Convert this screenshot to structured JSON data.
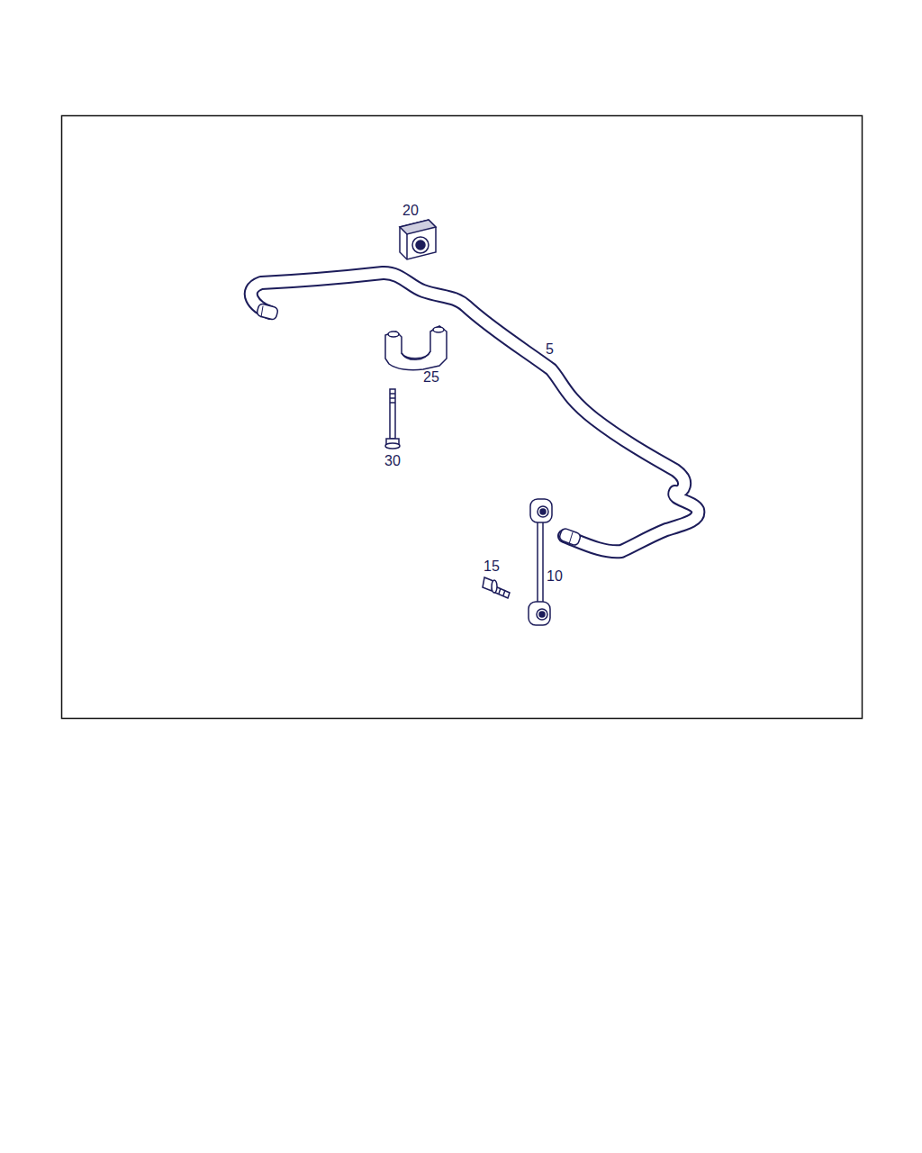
{
  "diagram": {
    "labels": [
      "20",
      "5",
      "25",
      "30",
      "15",
      "10"
    ]
  }
}
